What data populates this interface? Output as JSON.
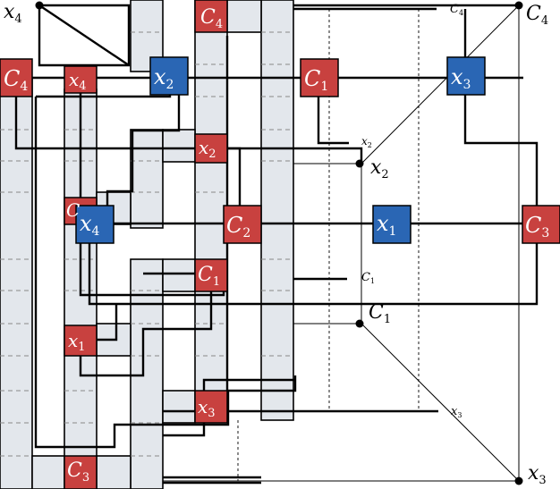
{
  "labels": {
    "red_nodes": [
      {
        "v": "C",
        "s": "4"
      },
      {
        "v": "C",
        "s": "4"
      },
      {
        "v": "x",
        "s": "4"
      },
      {
        "v": "C",
        "s": "1"
      },
      {
        "v": "x",
        "s": "2"
      },
      {
        "v": "C",
        "s": "2"
      },
      {
        "v": "C",
        "s": "3"
      },
      {
        "v": "C",
        "s": "1"
      },
      {
        "v": "x",
        "s": "1"
      },
      {
        "v": "x",
        "s": "3"
      },
      {
        "v": "C",
        "s": "3"
      },
      {
        "v": "C",
        "s": ""
      }
    ],
    "blue_nodes": [
      {
        "v": "x",
        "s": "2"
      },
      {
        "v": "x",
        "s": "3"
      },
      {
        "v": "x",
        "s": "4"
      },
      {
        "v": "x",
        "s": "1"
      }
    ],
    "corner_labels": [
      {
        "v": "x",
        "s": "4"
      },
      {
        "v": "C",
        "s": "4"
      },
      {
        "v": "x",
        "s": "2"
      },
      {
        "v": "C",
        "s": "1"
      },
      {
        "v": "x",
        "s": "3"
      }
    ],
    "small_labels": [
      {
        "v": "C",
        "s": "4"
      },
      {
        "v": "x",
        "s": "2"
      },
      {
        "v": "C",
        "s": "1"
      },
      {
        "v": "x",
        "s": "3"
      }
    ]
  },
  "colors": {
    "red": "#c8413f",
    "blue": "#2a66b4",
    "band": "#e3e7ec",
    "dash": "#888888",
    "line": "#000000"
  }
}
